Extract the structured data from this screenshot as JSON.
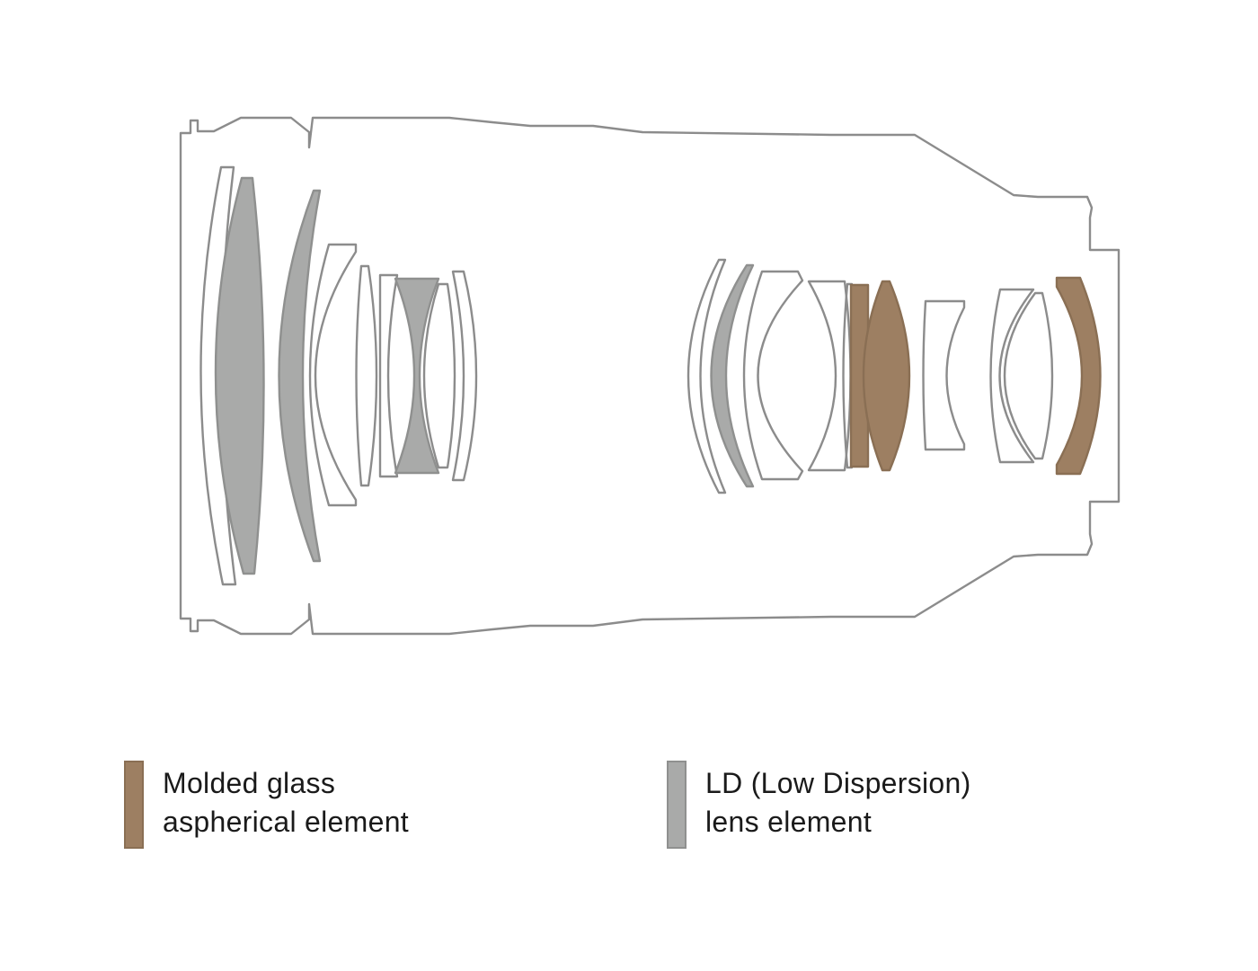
{
  "colors": {
    "outline": "#8c8c8c",
    "molded_fill": "#9d7f62",
    "molded_stroke": "#8a6f54",
    "ld_fill": "#a9aaa9",
    "ld_stroke": "#8f908f",
    "text": "#1a1a1a"
  },
  "diagram": {
    "elements": [
      {
        "name": "barrel-outline",
        "type": "barrel"
      },
      {
        "name": "front-element-1",
        "type": "plain"
      },
      {
        "name": "front-element-2",
        "type": "ld"
      },
      {
        "name": "front-element-3",
        "type": "ld"
      },
      {
        "name": "front-element-4",
        "type": "plain"
      },
      {
        "name": "front-element-5",
        "type": "plain"
      },
      {
        "name": "front-element-6",
        "type": "plain"
      },
      {
        "name": "front-element-7",
        "type": "ld"
      },
      {
        "name": "front-element-8",
        "type": "plain"
      },
      {
        "name": "front-element-9",
        "type": "plain"
      },
      {
        "name": "rear-element-1",
        "type": "plain"
      },
      {
        "name": "rear-element-2",
        "type": "ld"
      },
      {
        "name": "rear-element-3",
        "type": "plain"
      },
      {
        "name": "rear-element-4",
        "type": "plain"
      },
      {
        "name": "rear-element-5",
        "type": "plain"
      },
      {
        "name": "rear-element-6",
        "type": "molded"
      },
      {
        "name": "rear-element-7",
        "type": "molded"
      },
      {
        "name": "rear-element-8",
        "type": "plain"
      },
      {
        "name": "rear-element-9",
        "type": "plain"
      },
      {
        "name": "rear-element-10",
        "type": "plain"
      },
      {
        "name": "rear-element-11",
        "type": "molded"
      }
    ]
  },
  "legend": {
    "molded": {
      "line1": "Molded glass",
      "line2": "aspherical element",
      "swatch": "molded"
    },
    "ld": {
      "line1": "LD (Low Dispersion)",
      "line2": "lens element",
      "swatch": "ld"
    }
  }
}
